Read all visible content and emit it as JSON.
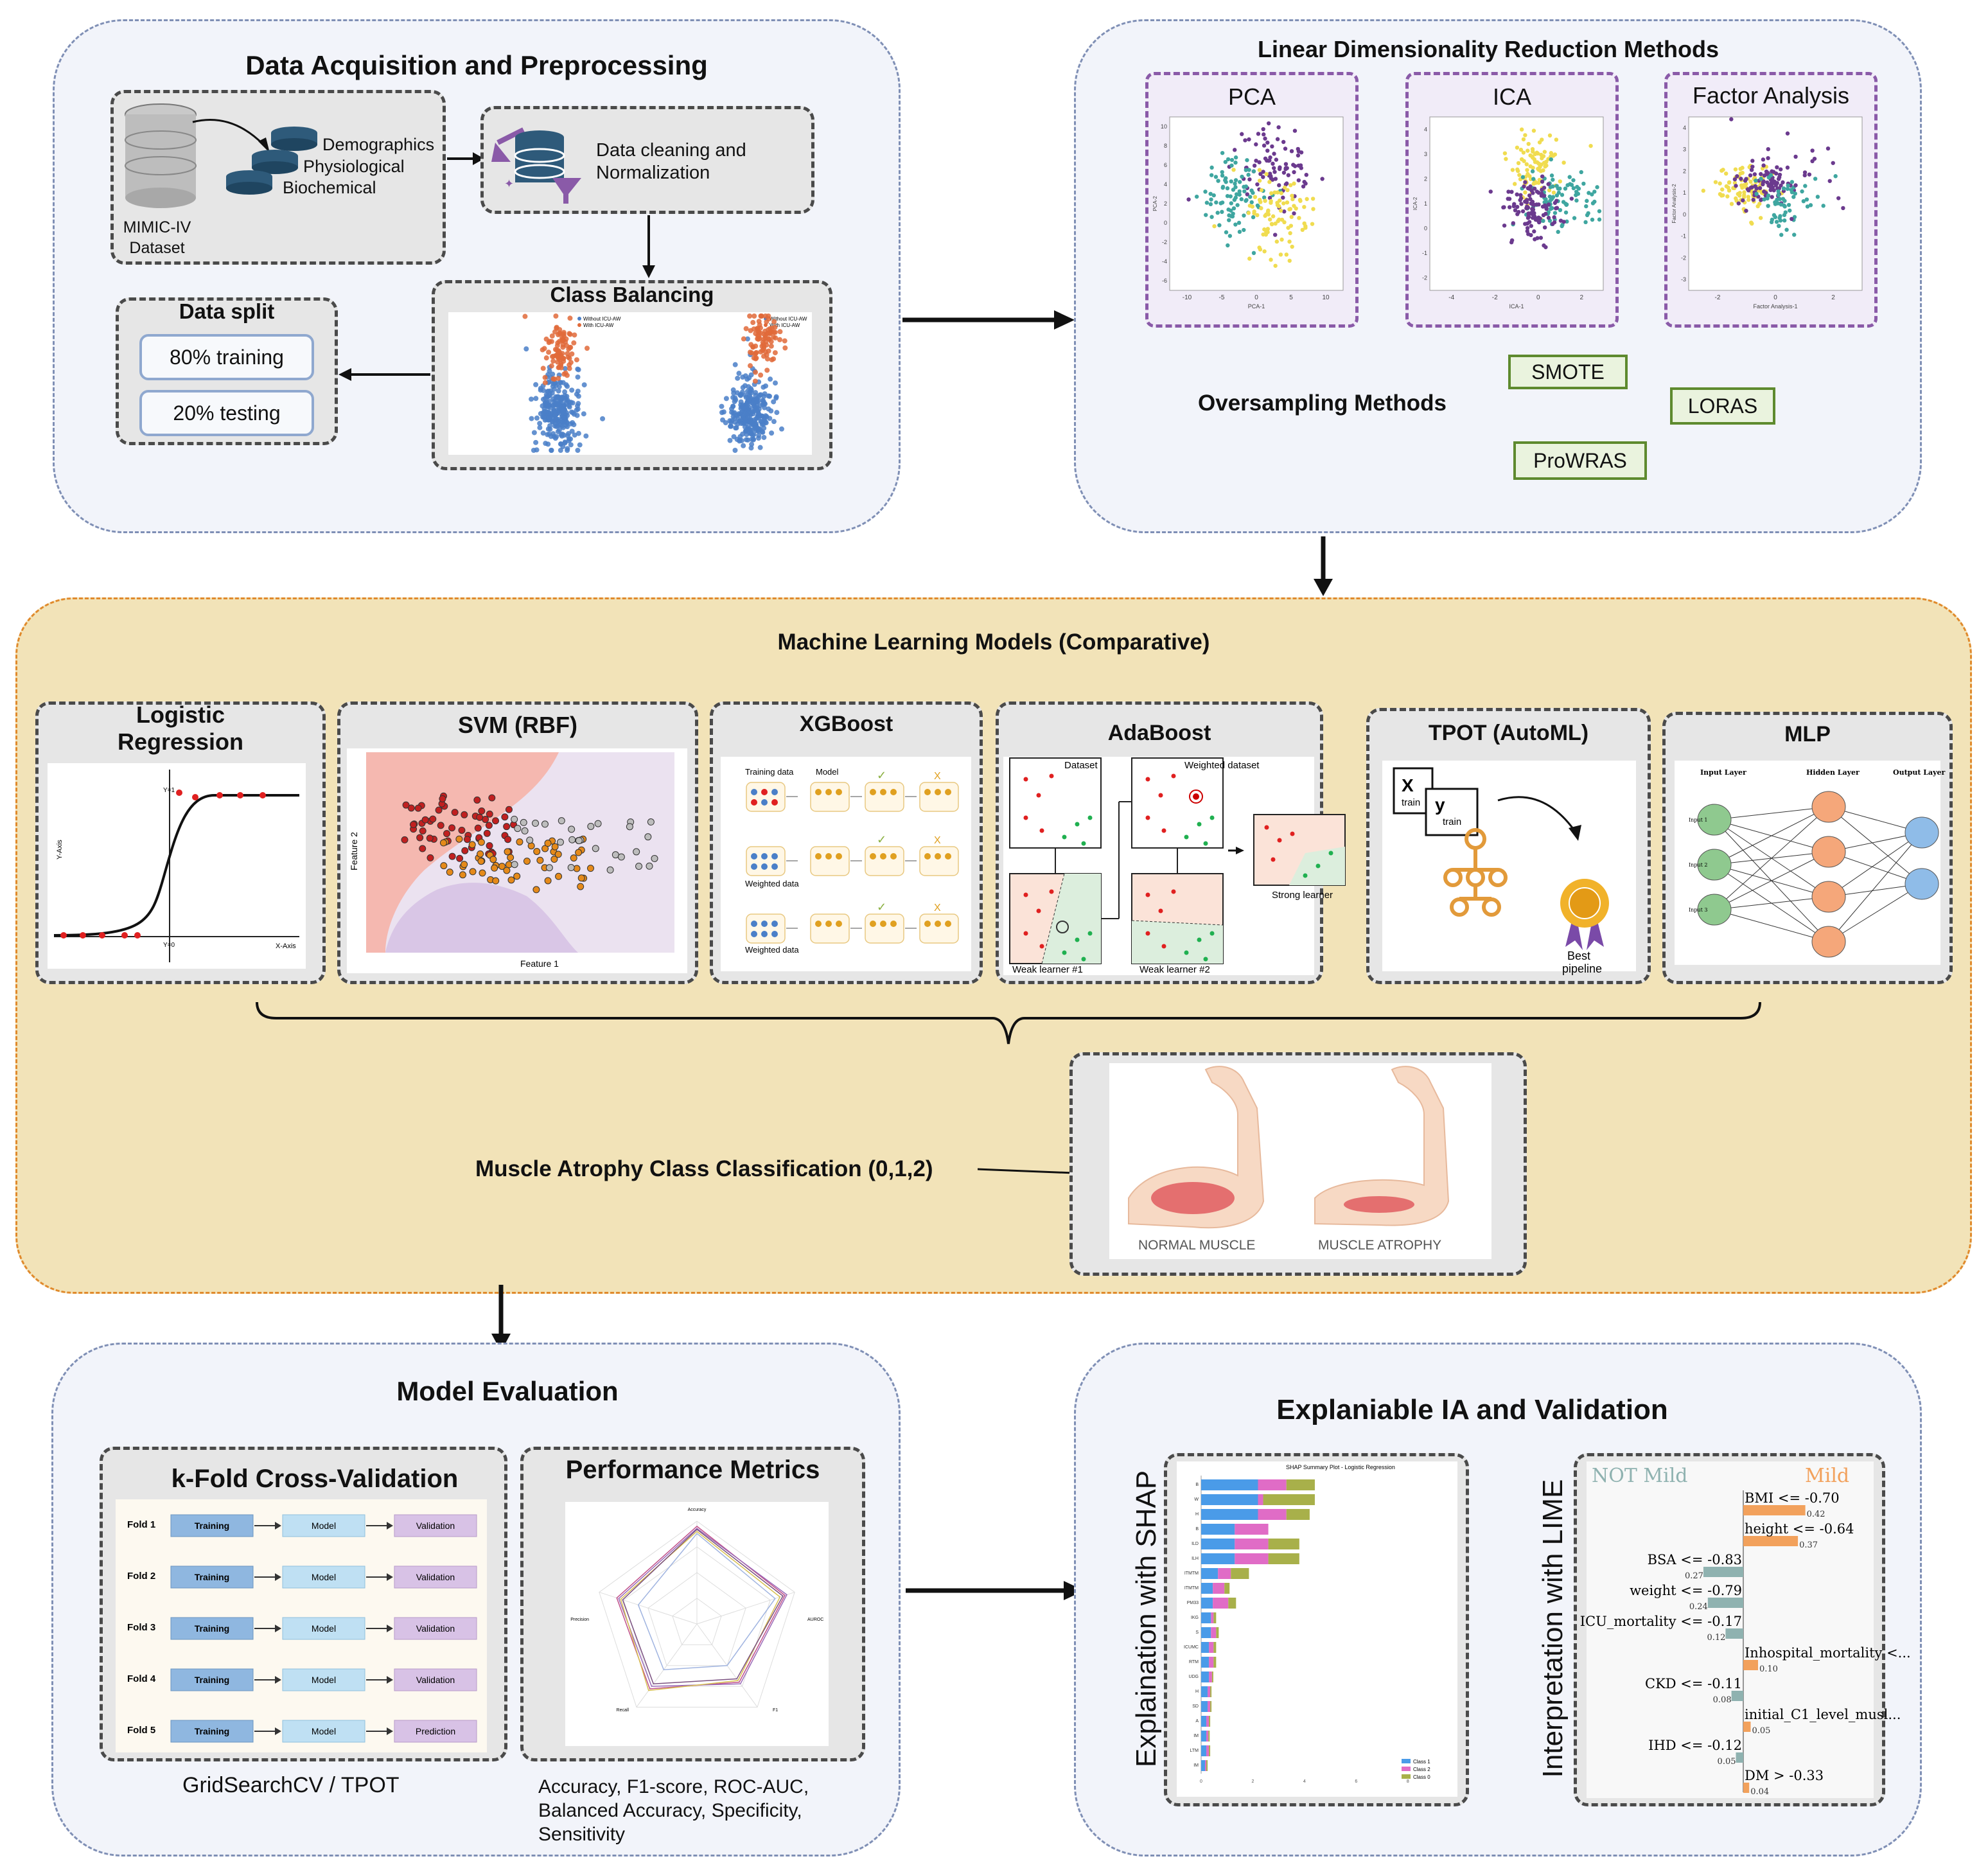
{
  "acquisition": {
    "title": "Data Acquisition and Preprocessing",
    "db_label": "MIMIC-IV Dataset",
    "db_line1": "MIMIC-IV",
    "db_line2": "Dataset",
    "categories": [
      "Demographics",
      "Physiological",
      "Biochemical"
    ],
    "cleaning_line1": "Data cleaning and",
    "cleaning_line2": "Normalization",
    "balancing_title": "Class Balancing",
    "balancing_legend": [
      "Without ICU-AW",
      "With ICU-AW"
    ],
    "split_title": "Data split",
    "split_train": "80% training",
    "split_test": "20% testing"
  },
  "reduction": {
    "title": "Linear Dimensionality Reduction Methods",
    "methods": [
      {
        "name": "PCA",
        "xlabel": "PCA-1",
        "ylabel": "PCA-2"
      },
      {
        "name": "ICA",
        "xlabel": "ICA-1",
        "ylabel": "ICA-2"
      },
      {
        "name": "Factor Analysis",
        "xlabel": "Factor Analysis-1",
        "ylabel": "Factor Analysis-2"
      }
    ],
    "oversampling_title": "Oversampling Methods",
    "oversampling": [
      "SMOTE",
      "LORAS",
      "ProWRAS"
    ]
  },
  "models": {
    "title": "Machine Learning Models (Comparative)",
    "logistic_line1": "Logistic",
    "logistic_line2": "Regression",
    "logistic_labels": {
      "y1": "Y=1",
      "y0": "Y=0",
      "yaxis": "Y-Axis",
      "xaxis": "X-Axis"
    },
    "svm": "SVM (RBF)",
    "svm_labels": {
      "x": "Feature 1",
      "y": "Feature 2"
    },
    "xgboost": "XGBoost",
    "xgb_labels": [
      "Training data",
      "Model",
      "Weighted data",
      "Weighted data"
    ],
    "adaboost": "AdaBoost",
    "ada_labels": [
      "Dataset",
      "Weighted dataset",
      "Weak learner #1",
      "Weak learner #2",
      "Strong learner"
    ],
    "tpot": "TPOT (AutoML)",
    "tpot_labels": {
      "x": "X",
      "xsub": "train",
      "y": "y",
      "ysub": "train",
      "best1": "Best",
      "best2": "pipeline"
    },
    "mlp": "MLP",
    "mlp_layers": [
      "Input Layer",
      "Hidden Layer",
      "Output Layer"
    ],
    "mlp_inputs": [
      "Input 1",
      "Input 2",
      "Input 3"
    ],
    "classification": "Muscle Atrophy Class Classification (0,1,2)",
    "normal_muscle": "NORMAL MUSCLE",
    "atrophy_muscle": "MUSCLE ATROPHY"
  },
  "evaluation": {
    "title": "Model Evaluation",
    "kfold_title": "k-Fold Cross-Validation",
    "folds": [
      {
        "fold": "Fold 1",
        "train": "Training",
        "model": "Model",
        "out": "Validation"
      },
      {
        "fold": "Fold 2",
        "train": "Training",
        "model": "Model",
        "out": "Validation"
      },
      {
        "fold": "Fold 3",
        "train": "Training",
        "model": "Model",
        "out": "Validation"
      },
      {
        "fold": "Fold 4",
        "train": "Training",
        "model": "Model",
        "out": "Validation"
      },
      {
        "fold": "Fold 5",
        "train": "Training",
        "model": "Model",
        "out": "Prediction"
      }
    ],
    "kfold_caption": "GridSearchCV / TPOT",
    "metrics_title": "Performance Metrics",
    "radar_axes": [
      "Accuracy",
      "AUROC",
      "F1",
      "Recall",
      "Precision"
    ],
    "metrics_line1": "Accuracy, F1-score, ROC-AUC,",
    "metrics_line2": "Balanced Accuracy, Specificity,",
    "metrics_line3": "Sensitivity"
  },
  "xai": {
    "title": "Explaniable IA and Validation",
    "shap_label": "Explaination with SHAP",
    "shap_chart_title": "SHAP Summary Plot - Logistic Regression",
    "shap_legend": [
      "Class 1",
      "Class 2",
      "Class 0"
    ],
    "lime_label": "Interpretation with LIME",
    "lime_header_left": "NOT Mild",
    "lime_header_right": "Mild",
    "colors": {
      "class1": "#4a9be8",
      "class2": "#e06cc6",
      "class0": "#a8b04a",
      "lime_pos": "#f2a15c",
      "lime_neg": "#8fb2b0"
    }
  },
  "chart_data": [
    {
      "type": "bar",
      "title": "SHAP Summary Plot - Logistic Regression",
      "orientation": "horizontal",
      "categories": [
        "B",
        "W",
        "H",
        "B",
        "ILD",
        "ILH",
        "ITMTM",
        "ITMTM",
        "PM33",
        "IKG",
        "S",
        "ICUMC",
        "RTM",
        "UDG",
        "H",
        "SD",
        "A",
        "IM",
        "LTM",
        "IM"
      ],
      "series": [
        {
          "name": "Class 1",
          "values": [
            2.2,
            2.2,
            2.2,
            1.3,
            1.3,
            1.3,
            0.65,
            0.45,
            0.45,
            0.38,
            0.38,
            0.3,
            0.3,
            0.3,
            0.25,
            0.25,
            0.2,
            0.2,
            0.2,
            0.15
          ]
        },
        {
          "name": "Class 2",
          "values": [
            1.1,
            0.2,
            1.1,
            1.3,
            1.3,
            1.3,
            0.5,
            0.45,
            0.6,
            0.1,
            0.2,
            0.18,
            0.18,
            0.12,
            0.1,
            0.1,
            0.1,
            0.08,
            0.1,
            0.05
          ]
        },
        {
          "name": "Class 0",
          "values": [
            1.1,
            2.0,
            0.9,
            0,
            1.2,
            1.2,
            0.7,
            0.2,
            0.3,
            0.1,
            0.1,
            0.1,
            0.1,
            0.05,
            0.05,
            0.05,
            0.05,
            0.05,
            0.05,
            0.05
          ]
        }
      ],
      "xlim": [
        0,
        9
      ],
      "xticks": [
        "0",
        "2",
        "4",
        "6",
        "8"
      ]
    },
    {
      "type": "bar",
      "title": "",
      "orientation": "horizontal",
      "categories": [
        "BMI <= -0.70",
        "height <= -0.64",
        "BSA <= -0.83",
        "weight <= -0.79",
        "ICU_mortality <= -0.17",
        "Inhospital_mortality <...",
        "CKD <= -0.11",
        "initial_C1_level_musl...",
        "IHD <= -0.12",
        "DM > -0.33"
      ],
      "values": [
        0.42,
        0.37,
        -0.27,
        -0.24,
        -0.12,
        0.1,
        -0.08,
        0.05,
        -0.05,
        0.04
      ],
      "labels": [
        "0.42",
        "0.37",
        "0.27",
        "0.24",
        "0.12",
        "0.10",
        "0.08",
        "0.05",
        "0.05",
        "0.04"
      ],
      "legend": [
        "NOT Mild",
        "Mild"
      ]
    },
    {
      "type": "scatter",
      "title": "PCA",
      "xlabel": "PCA-1",
      "ylabel": "PCA-2",
      "xticks": [
        -10,
        -5,
        0,
        5,
        10
      ],
      "yticks": [
        -6,
        -4,
        -2,
        0,
        2,
        4,
        6,
        8,
        10
      ]
    },
    {
      "type": "scatter",
      "title": "ICA",
      "xlabel": "ICA-1",
      "ylabel": "ICA-2",
      "xticks": [
        -4,
        -2,
        0,
        2
      ],
      "yticks": [
        -2,
        -1,
        0,
        1,
        2,
        3,
        4
      ]
    },
    {
      "type": "scatter",
      "title": "Factor Analysis",
      "xlabel": "Factor Analysis-1",
      "ylabel": "Factor Analysis-2",
      "xticks": [
        -2,
        0,
        2
      ],
      "yticks": [
        -3,
        -2,
        -1,
        0,
        1,
        2,
        3,
        4
      ]
    }
  ]
}
